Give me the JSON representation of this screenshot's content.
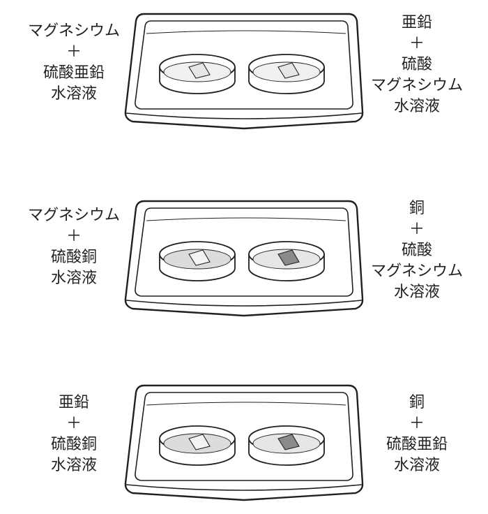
{
  "rows": [
    {
      "left_lines": [
        "マグネシウム",
        "＋",
        "硫酸亜鉛",
        "水溶液"
      ],
      "right_lines": [
        "亜鉛",
        "＋",
        "硫酸",
        "マグネシウム",
        "水溶液"
      ],
      "left_solution_color": "#f0f0f0",
      "left_metal_color": "#e6e6e6",
      "right_solution_color": "#f0f0f0",
      "right_metal_color": "#e6e6e6"
    },
    {
      "left_lines": [
        "マグネシウム",
        "＋",
        "硫酸銅",
        "水溶液"
      ],
      "right_lines": [
        "銅",
        "＋",
        "硫酸",
        "マグネシウム",
        "水溶液"
      ],
      "left_solution_color": "#dcdcdc",
      "left_metal_color": "#f4f4f4",
      "right_solution_color": "#e6e6e6",
      "right_metal_color": "#8a8a8a"
    },
    {
      "left_lines": [
        "亜鉛",
        "＋",
        "硫酸銅",
        "水溶液"
      ],
      "right_lines": [
        "銅",
        "＋",
        "硫酸亜鉛",
        "水溶液"
      ],
      "left_solution_color": "#dcdcdc",
      "left_metal_color": "#f4f4f4",
      "right_solution_color": "#e6e6e6",
      "right_metal_color": "#8a8a8a"
    }
  ]
}
